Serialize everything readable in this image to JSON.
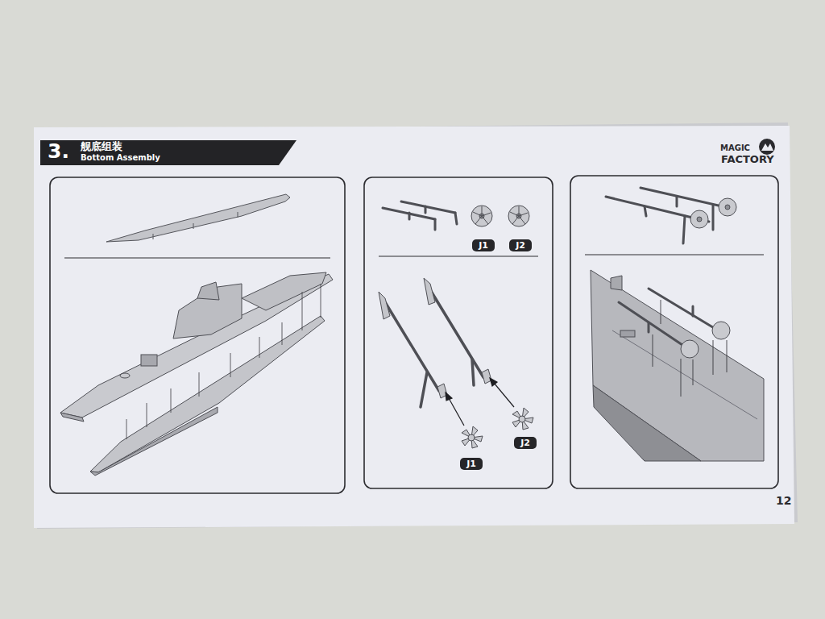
{
  "diagram": {
    "nodes": [
      {
        "text": [
          "3.",
          "舰底组装",
          "Bottom Assembly"
        ]
      },
      {
        "text": [
          "J1"
        ]
      },
      {
        "text": [
          "J2"
        ]
      },
      {
        "text": [
          "J1"
        ]
      },
      {
        "text": [
          "J2"
        ]
      }
    ],
    "labels": [
      "MAGIC",
      "FACTORY",
      "12"
    ]
  }
}
